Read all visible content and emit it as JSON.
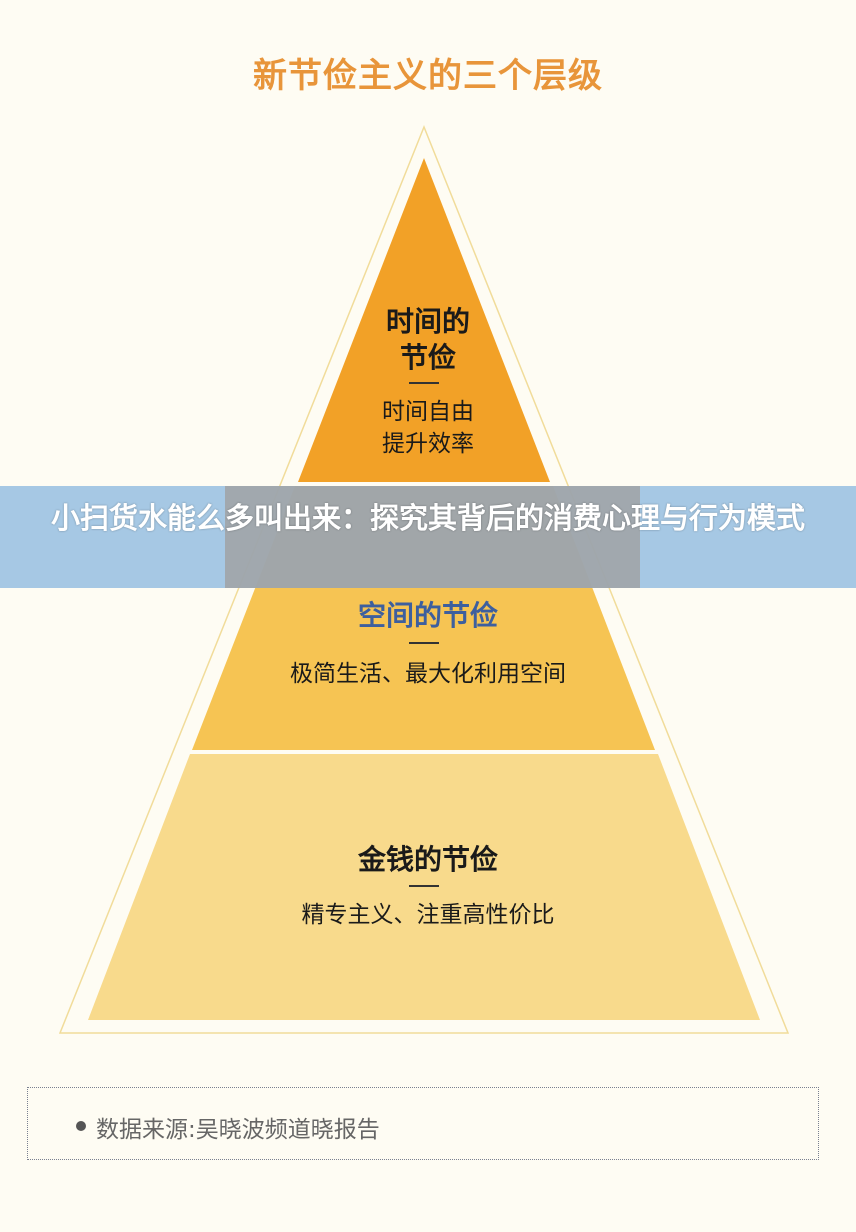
{
  "title": "新节俭主义的三个层级",
  "colors": {
    "tier_top": "#f2a127",
    "tier_middle": "#f6c453",
    "tier_bottom": "#f8da8c",
    "title": "#e8953a",
    "background": "#fefcf3"
  },
  "tiers": [
    {
      "heading_line1": "时间的",
      "heading_line2": "节俭",
      "desc_line1": "时间自由",
      "desc_line2": "提升效率"
    },
    {
      "heading": "空间的节俭",
      "desc": "极简生活、最大化利用空间"
    },
    {
      "heading": "金钱的节俭",
      "desc": "精专主义、注重高性价比"
    }
  ],
  "banner": {
    "text": "小扫货水能么多叫出来：探究其背后的消费心理与行为模式"
  },
  "source": {
    "text": "数据来源:吴晓波频道晓报告"
  }
}
